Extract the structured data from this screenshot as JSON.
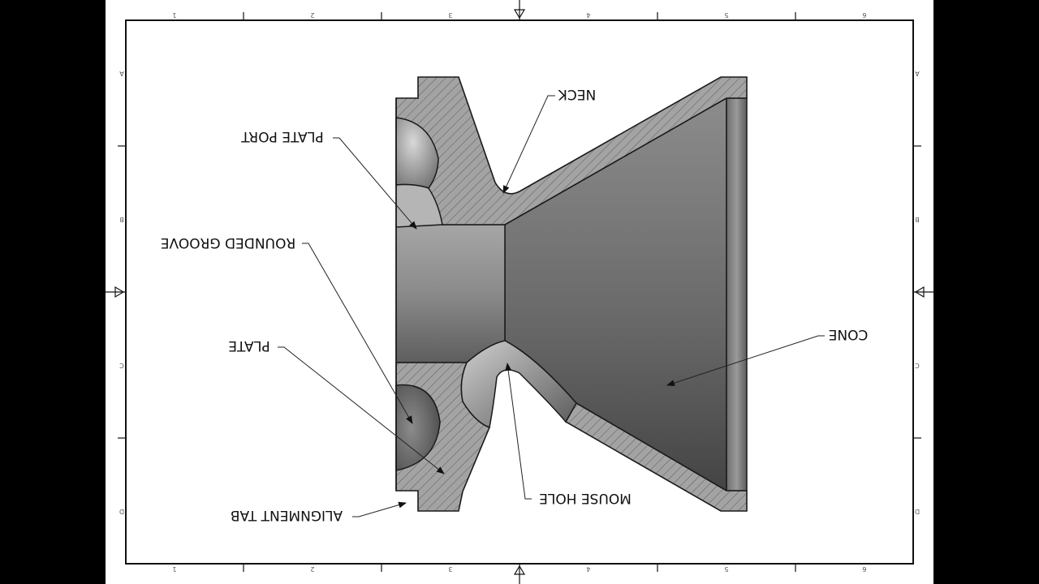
{
  "labels": {
    "neck": "NECK",
    "plate_port": "PLATE PORT",
    "rounded_groove": "ROUNDED GROOVE",
    "plate": "PLATE",
    "cone": "CONE",
    "alignment_tab": "ALIGNMENT TAB",
    "mouse_hole": "MOUSE HOLE"
  },
  "border": {
    "columns": [
      "1",
      "2",
      "3",
      "4",
      "5",
      "6"
    ],
    "rows": [
      "A",
      "B",
      "C",
      "D"
    ]
  },
  "colors": {
    "outline": "#1a1a1a",
    "hatch_fill": "#9a9a9a",
    "cone_light": "#8e8e8e",
    "cone_dark": "#4a4a4a",
    "background": "#000000",
    "sheet": "#ffffff"
  }
}
